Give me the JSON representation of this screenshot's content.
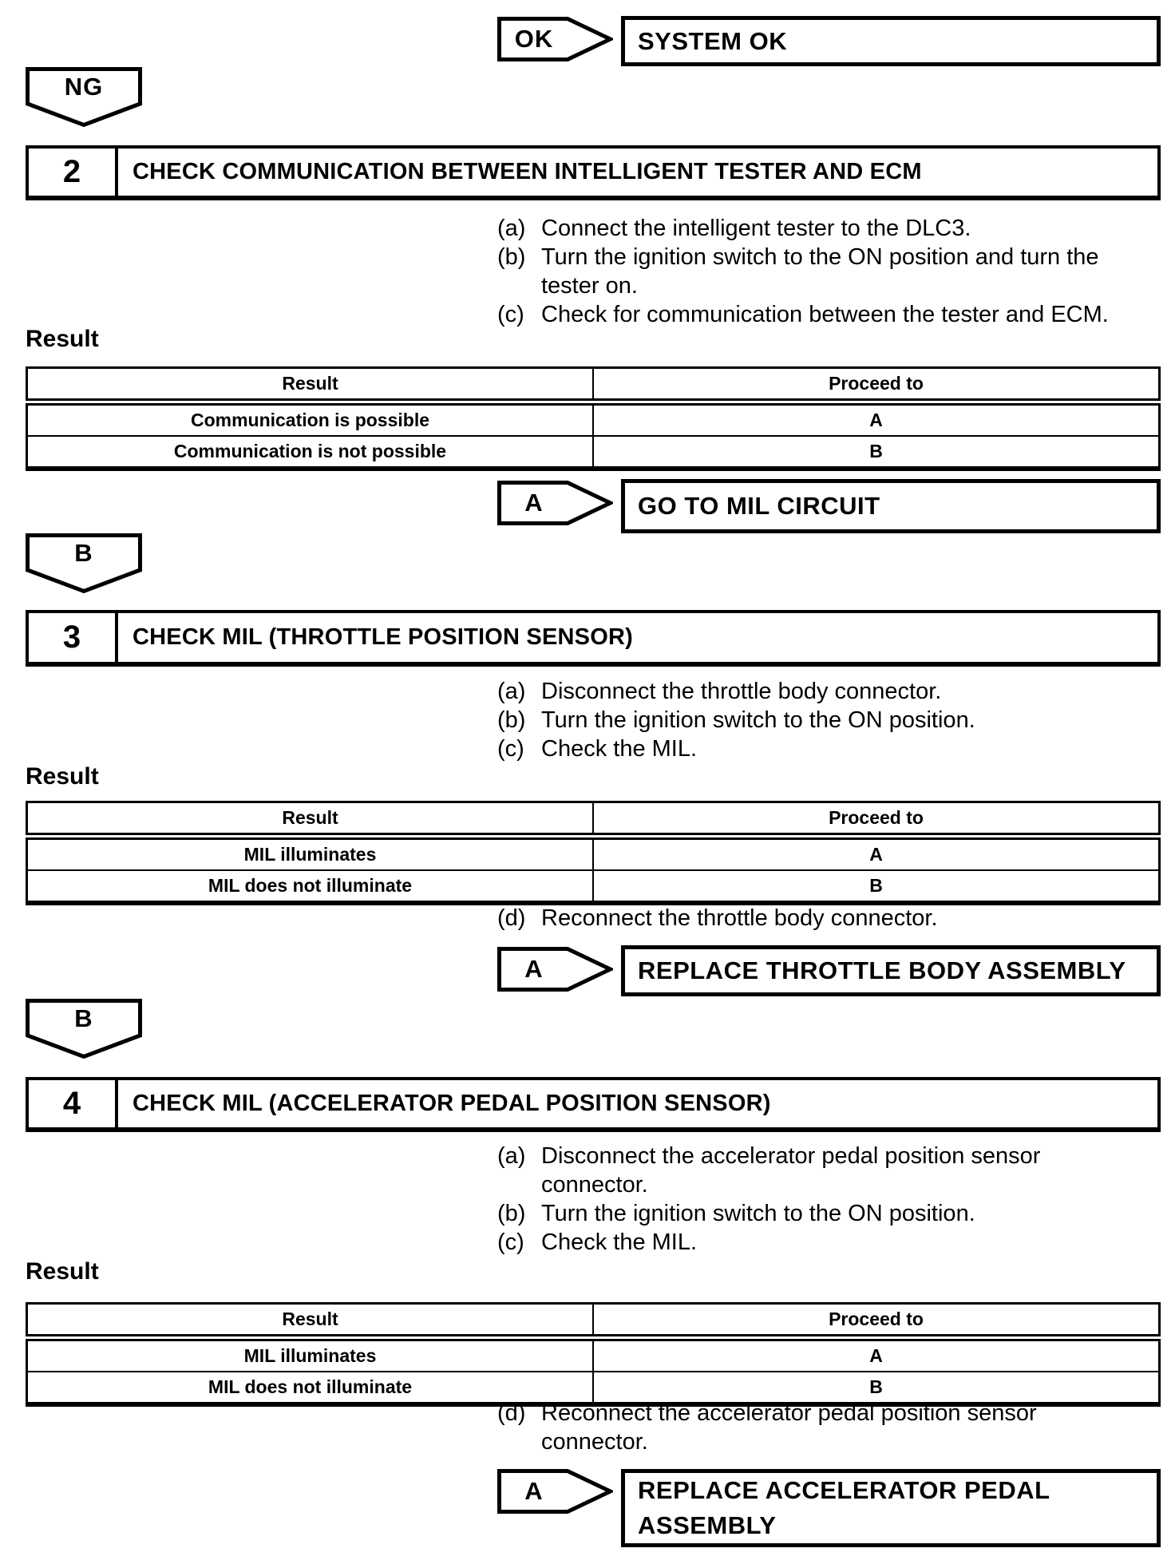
{
  "colors": {
    "ink": "#000000",
    "paper": "#ffffff"
  },
  "top": {
    "ok_badge": "OK",
    "system_ok_box": "SYSTEM OK",
    "ng_badge": "NG"
  },
  "steps": [
    {
      "number": "2",
      "title": "CHECK COMMUNICATION BETWEEN INTELLIGENT TESTER AND ECM",
      "instructions": [
        {
          "marker": "(a)",
          "lines": [
            "Connect the intelligent tester to the DLC3."
          ]
        },
        {
          "marker": "(b)",
          "lines": [
            "Turn the ignition switch to the ON position and turn the",
            "tester on."
          ]
        },
        {
          "marker": "(c)",
          "lines": [
            "Check for communication between the tester and ECM."
          ]
        }
      ],
      "result_label": "Result",
      "table": {
        "col1": "Result",
        "col2": "Proceed to",
        "rows": [
          {
            "result": "Communication is possible",
            "proceed": "A"
          },
          {
            "result": "Communication is not possible",
            "proceed": "B"
          }
        ]
      },
      "outcome": {
        "badge": "A",
        "box_lines": [
          "GO TO MIL CIRCUIT"
        ]
      },
      "next_badge": "B"
    },
    {
      "number": "3",
      "title": "CHECK MIL (THROTTLE POSITION SENSOR)",
      "instructions": [
        {
          "marker": "(a)",
          "lines": [
            "Disconnect the throttle body connector."
          ]
        },
        {
          "marker": "(b)",
          "lines": [
            "Turn the ignition switch to the ON position."
          ]
        },
        {
          "marker": "(c)",
          "lines": [
            "Check the MIL."
          ]
        }
      ],
      "result_label": "Result",
      "table": {
        "col1": "Result",
        "col2": "Proceed to",
        "rows": [
          {
            "result": "MIL illuminates",
            "proceed": "A"
          },
          {
            "result": "MIL does not illuminate",
            "proceed": "B"
          }
        ]
      },
      "post_instruction": {
        "marker": "(d)",
        "lines": [
          "Reconnect the throttle body connector."
        ]
      },
      "outcome": {
        "badge": "A",
        "box_lines": [
          "REPLACE THROTTLE BODY ASSEMBLY"
        ]
      },
      "next_badge": "B"
    },
    {
      "number": "4",
      "title": "CHECK MIL (ACCELERATOR PEDAL POSITION SENSOR)",
      "instructions": [
        {
          "marker": "(a)",
          "lines": [
            "Disconnect the accelerator pedal position sensor",
            "connector."
          ]
        },
        {
          "marker": "(b)",
          "lines": [
            "Turn the ignition switch to the ON position."
          ]
        },
        {
          "marker": "(c)",
          "lines": [
            "Check the MIL."
          ]
        }
      ],
      "result_label": "Result",
      "table": {
        "col1": "Result",
        "col2": "Proceed to",
        "rows": [
          {
            "result": "MIL illuminates",
            "proceed": "A"
          },
          {
            "result": "MIL does not illuminate",
            "proceed": "B"
          }
        ]
      },
      "post_instruction": {
        "marker": "(d)",
        "lines": [
          "Reconnect the accelerator pedal position sensor",
          "connector."
        ]
      },
      "outcome": {
        "badge": "A",
        "box_lines": [
          "REPLACE ACCELERATOR PEDAL",
          "ASSEMBLY"
        ]
      }
    }
  ]
}
